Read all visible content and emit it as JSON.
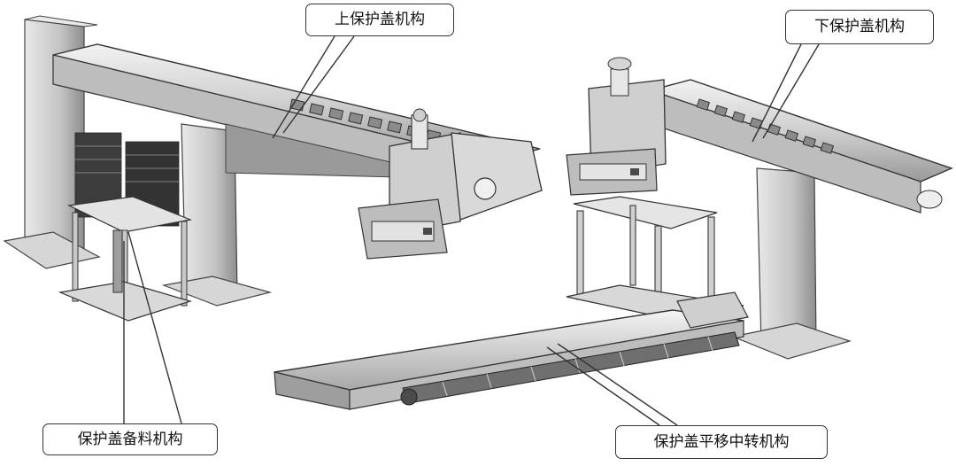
{
  "labels": {
    "upper_cover_mechanism": "上保护盖机构",
    "lower_cover_mechanism": "下保护盖机构",
    "cover_supply_mechanism": "保护盖备料机构",
    "cover_transfer_mechanism": "保护盖平移中转机构"
  },
  "colors": {
    "line": "#333333",
    "metal_light": "#dcdcdc",
    "metal_mid": "#b5b5b5",
    "metal_dark": "#6e6e6e",
    "shadow": "#3a3a3a",
    "background": "#ffffff"
  }
}
